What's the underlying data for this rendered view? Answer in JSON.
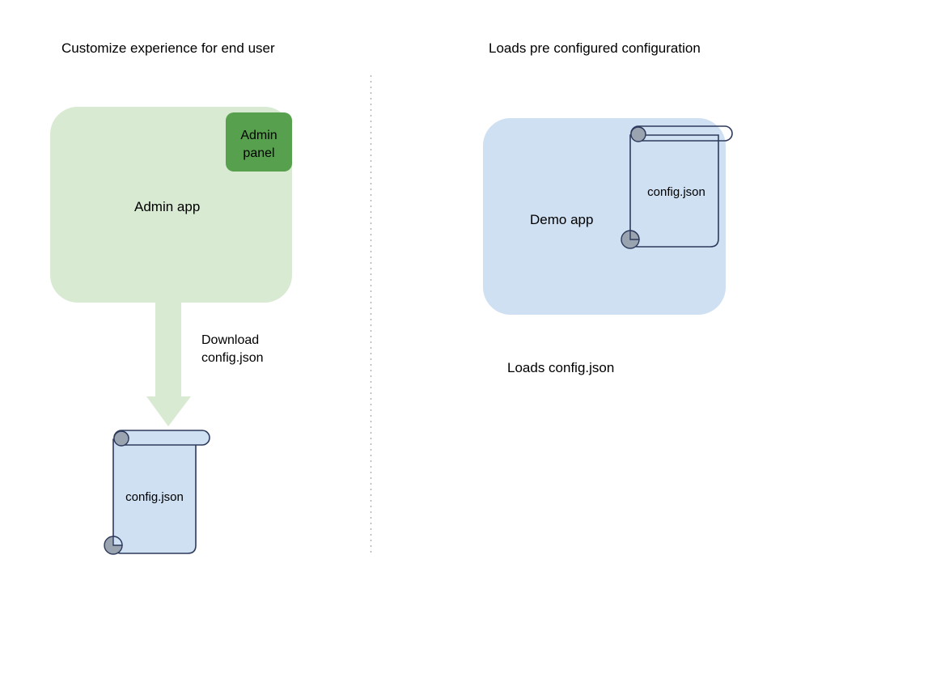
{
  "diagram": {
    "background_color": "#ffffff",
    "columns": [
      {
        "title": "Customize experience for end user",
        "app": {
          "label": "Admin app",
          "fill": "#d9ead3"
        },
        "panel": {
          "label_line1": "Admin",
          "label_line2": "panel",
          "fill": "#57a04d"
        },
        "arrow": {
          "label_line1": "Download",
          "label_line2": "config.json",
          "fill": "#d9ead3",
          "direction": "down"
        },
        "document": {
          "label": "config.json",
          "fill": "#cfe0f3",
          "stroke": "#2e3a5c",
          "curl_fill": "#9aa3b0"
        }
      },
      {
        "title": "Loads pre configured configuration",
        "app": {
          "label": "Demo app",
          "fill": "#cfe0f3"
        },
        "document": {
          "label": "config.json",
          "fill": "none",
          "stroke": "#2e3a5c",
          "curl_fill": "#9aa3b0"
        },
        "caption": "Loads config.json"
      }
    ],
    "divider": {
      "name": "vertical-dotted-divider",
      "color": "#b0b0b0",
      "style": "dotted"
    }
  }
}
